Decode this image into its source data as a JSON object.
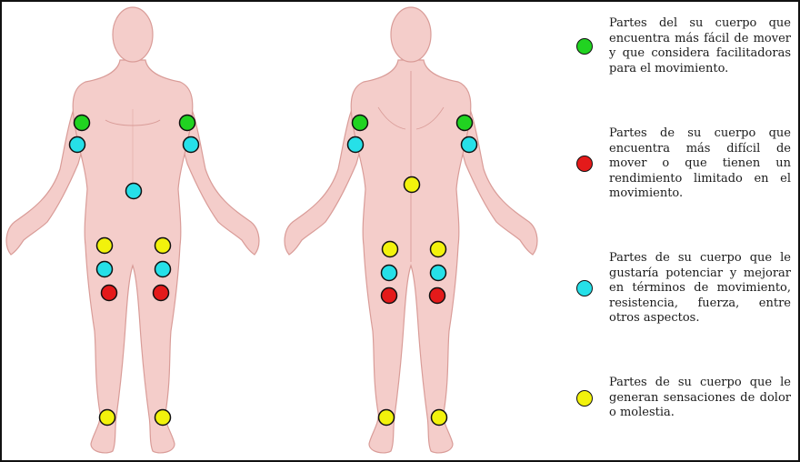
{
  "colors": {
    "skin": "#f4cdca",
    "skin_stroke": "#d99c98",
    "skin_shade": "#eab4b0",
    "green": "#21d321",
    "red": "#e41a1a",
    "cyan": "#26e0e8",
    "yellow": "#f2f20c"
  },
  "legend": [
    {
      "color": "green",
      "text": "Partes del su cuerpo que encuentra más fácil de mover y que considera facilitadoras para el movimiento."
    },
    {
      "color": "red",
      "text": "Partes de su cuerpo que encuentra más difícil de mover o que tienen un rendimiento limitado en el movimiento."
    },
    {
      "color": "cyan",
      "text": "Partes de su cuerpo que le gustaría potenciar y mejorar en términos de movimiento, resistencia, fuerza, entre otros aspectos."
    },
    {
      "color": "yellow",
      "text": "Partes de su cuerpo que le generan sensaciones de dolor o molestia."
    }
  ]
}
